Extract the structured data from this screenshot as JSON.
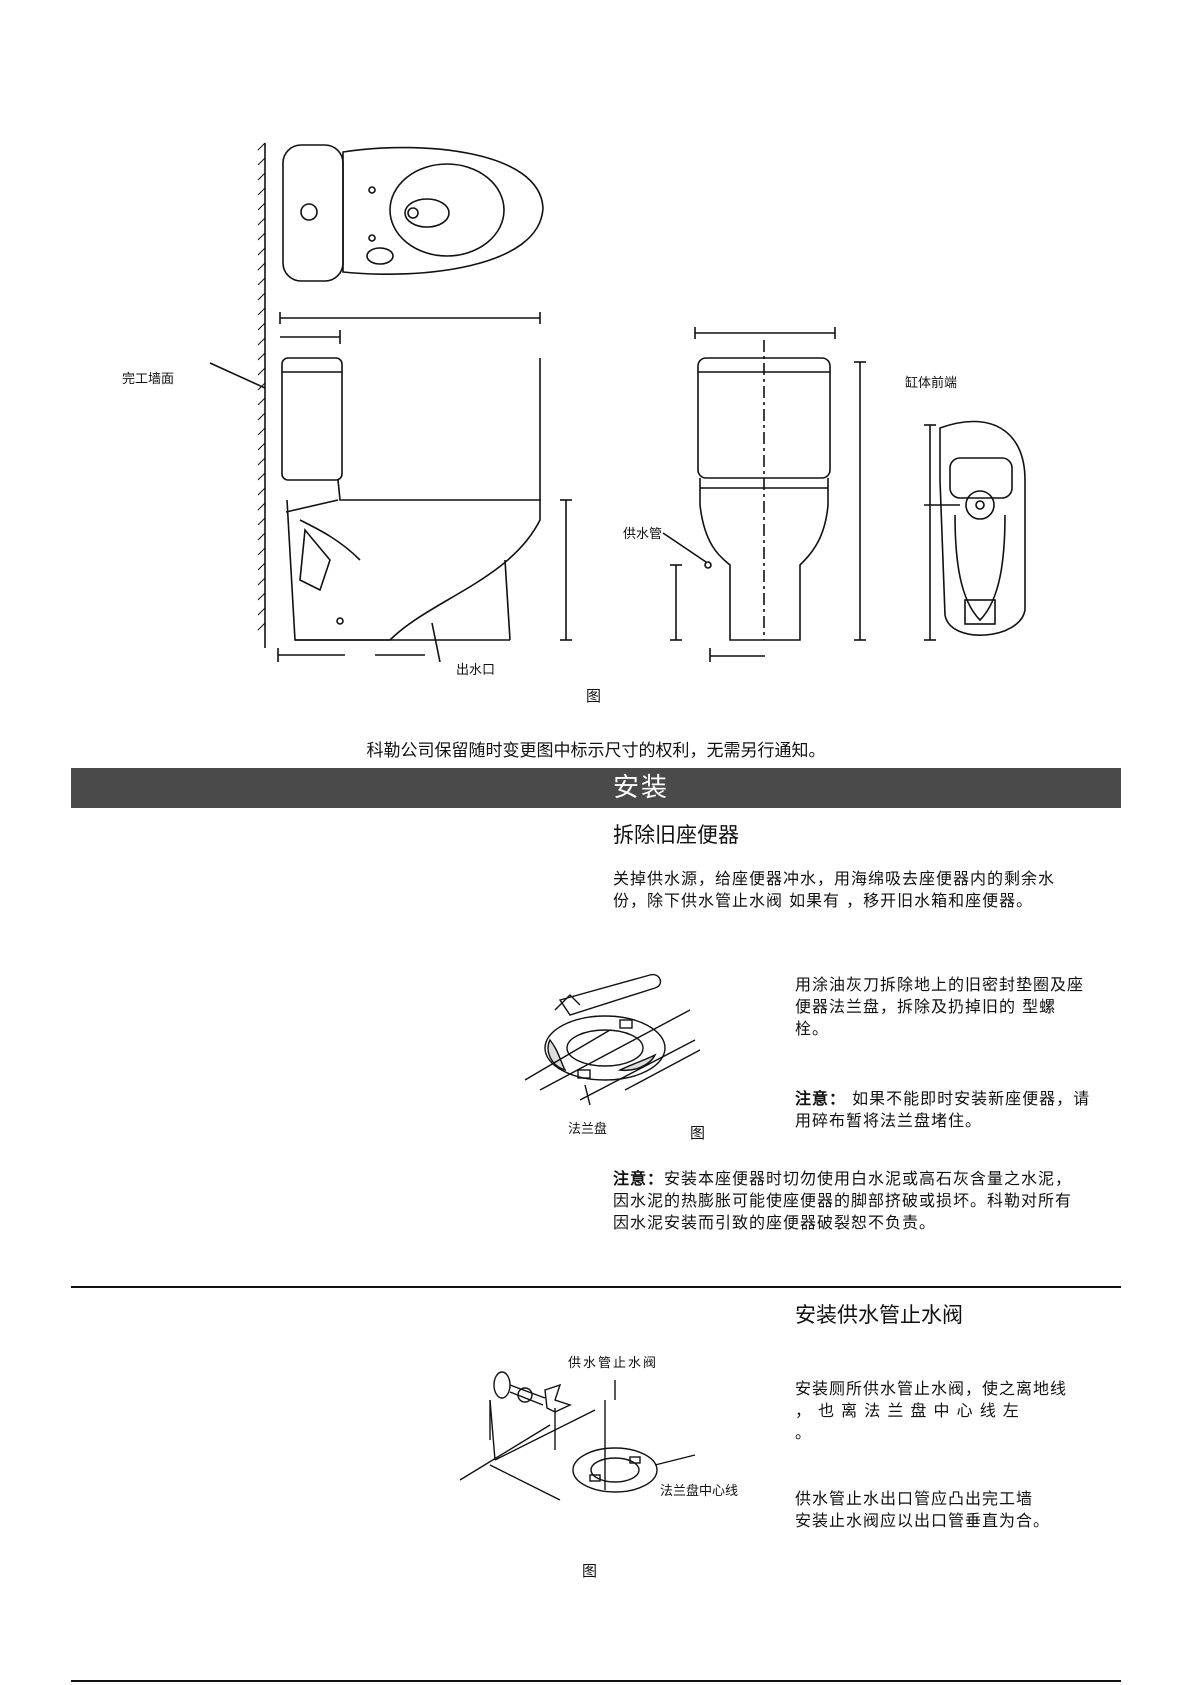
{
  "figure1": {
    "label_wall": "完工墙面",
    "label_tank_front": "缸体前端",
    "label_supply_pipe": "供水管",
    "label_outlet": "出水口",
    "caption": "图"
  },
  "disclaimer": "科勒公司保留随时变更图中标示尺寸的权利，无需另行通知。",
  "banner_title": "安装",
  "section_remove": {
    "heading": "拆除旧座便器",
    "para1_line1": "关掉供水源，给座便器冲水，用海绵吸去座便器内的剩余水",
    "para1_line2": "份，除下供水管止水阀 如果有 ，移开旧水箱和座便器。",
    "para2_line1": "用涂油灰刀拆除地上的旧密封垫圈及座",
    "para2_line2": "便器法兰盘，拆除及扔掉旧的  型螺",
    "para2_line3": "栓。",
    "note1_label": "注意：",
    "note1_line1": "  如果不能即时安装新座便器，请",
    "note1_line2": "用碎布暂将法兰盘堵住。",
    "figure_label_flange": "法兰盘",
    "figure_caption": "图",
    "note2_label": "注意：",
    "note2_line1": "安装本座便器时切勿使用白水泥或高石灰含量之水泥，",
    "note2_line2": "因水泥的热膨胀可能使座便器的脚部挤破或损坏。科勒对所有",
    "note2_line3": "因水泥安装而引致的座便器破裂恕不负责。"
  },
  "section_valve": {
    "heading": "安装供水管止水阀",
    "figure_label_valve": "供水管止水阀",
    "figure_label_centerline": "法兰盘中心线",
    "figure_caption": "图",
    "para1_line1": "安装厕所供水管止水阀，使之离地线",
    "para1_line2": "        ，  也  离  法  兰  盘  中  心  线  左",
    "para1_line3": "        。",
    "para2_line1": "供水管止水出口管应凸出完工墙",
    "para2_line2": "安装止水阀应以出口管垂直为合。"
  }
}
